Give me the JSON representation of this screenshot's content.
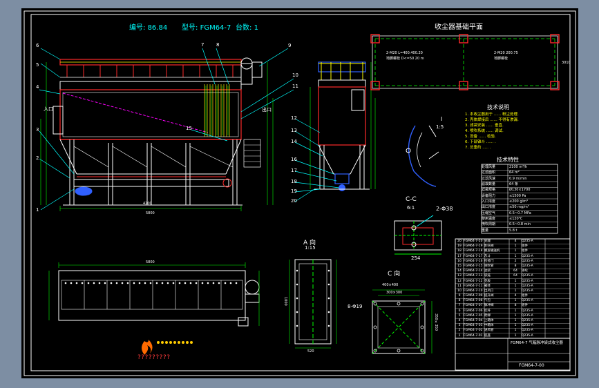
{
  "header": {
    "serial_label": "编号:",
    "serial_value": "86.84",
    "model_label": "型号:",
    "model_value": "FGM64-7",
    "count_label": "台数:",
    "count_value": "1"
  },
  "foundation": {
    "title": "收尘器基础平面",
    "dim_1": "2-M20 L=400.400.20",
    "note_1": "地脚螺栓 D<=50  20 m",
    "dim_2": "2-M20 200.75",
    "note_2": "地脚螺栓",
    "side_dim": "3010"
  },
  "side_labels": {
    "inlet": "入口",
    "outlet": "出口"
  },
  "balloons": [
    "1",
    "2",
    "3",
    "4",
    "5",
    "6",
    "7",
    "8",
    "9",
    "10",
    "11",
    "12",
    "13",
    "14",
    "15",
    "16",
    "17",
    "18",
    "19",
    "20"
  ],
  "section_i": {
    "label": "I",
    "scale": "1:5"
  },
  "tech_notes": {
    "title": "技术说明",
    "lines": [
      "1. 本收尘器用于 ...... 粉尘处理.",
      "2. 壳体焊接后 ...... 不得有渗漏.",
      "3. 滤袋安装 ...... 垂直.",
      "4. 喷吹系统 ...... 调试.",
      "5. 设备 ...... 检验.",
      "6. 下部锥斗 ...... .",
      "7. 总重约 ..... ."
    ]
  },
  "tech_specs": {
    "title": "技术特性",
    "rows": [
      [
        "处理风量",
        "2100 m³/h"
      ],
      [
        "过滤面积",
        "64 m²"
      ],
      [
        "过滤风速",
        "0.9 m/min"
      ],
      [
        "滤袋数量",
        "64 条"
      ],
      [
        "滤袋规格",
        "Ø130×1700"
      ],
      [
        "设备阻力",
        "≤1500 Pa"
      ],
      [
        "入口浓度",
        "≤200 g/m³"
      ],
      [
        "出口浓度",
        "≤50 mg/m³"
      ],
      [
        "压缩空气",
        "0.5~0.7 MPa"
      ],
      [
        "使用温度",
        "≤120℃"
      ],
      [
        "喷吹周期",
        "0.5~0.8 min"
      ],
      [
        "重量",
        "5.8 t"
      ]
    ]
  },
  "section_cc": {
    "title": "C-C",
    "scale": "6:1",
    "hole": "2-Φ38",
    "dim": "254"
  },
  "view_a": {
    "title": "A 向",
    "scale": "1:15"
  },
  "view_c": {
    "title": "C 向",
    "dim_top": "400×400",
    "dim_inner": "300×300",
    "holes": "8-Φ19"
  },
  "dims": {
    "total_length": "5800",
    "lower_length": "4200",
    "plan_length": "5800",
    "view_a_height": "1000",
    "view_a_width": "520",
    "view_c_side": "350×350"
  },
  "title_block": {
    "drawing_no": "FGM64-7-00",
    "product_name": "FGM64-7 气箱脉冲袋式收尘器",
    "rows": [
      [
        "20",
        "FGM64-7-20",
        "支腿",
        "4",
        "Q235-A"
      ],
      [
        "19",
        "FGM64-7-19",
        "卸灰阀",
        "1",
        "组件"
      ],
      [
        "18",
        "FGM64-7-18",
        "螺旋输送机",
        "1",
        "组件"
      ],
      [
        "17",
        "FGM64-7-17",
        "灰斗",
        "1",
        "Q235-A"
      ],
      [
        "16",
        "FGM64-7-16",
        "检修门",
        "2",
        "Q235-A"
      ],
      [
        "15",
        "FGM64-7-15",
        "喷吹管",
        "8",
        "Q235-A"
      ],
      [
        "14",
        "FGM64-7-14",
        "滤袋",
        "64",
        "涤纶"
      ],
      [
        "13",
        "FGM64-7-13",
        "袋笼",
        "64",
        "Q235-A"
      ],
      [
        "12",
        "FGM64-7-12",
        "花板",
        "1",
        "Q235-A"
      ],
      [
        "11",
        "FGM64-7-11",
        "箱体",
        "1",
        "Q235-A"
      ],
      [
        "10",
        "FGM64-7-10",
        "出风口",
        "1",
        "Q235-A"
      ],
      [
        "9",
        "FGM64-7-09",
        "提升阀",
        "4",
        "组件"
      ],
      [
        "8",
        "FGM64-7-08",
        "气包",
        "1",
        "Q235-A"
      ],
      [
        "7",
        "FGM64-7-07",
        "脉冲阀",
        "8",
        "组件"
      ],
      [
        "6",
        "FGM64-7-06",
        "栏杆",
        "1",
        "Q235-A"
      ],
      [
        "5",
        "FGM64-7-05",
        "爬梯",
        "1",
        "Q235-A"
      ],
      [
        "4",
        "FGM64-7-04",
        "上箱体",
        "1",
        "Q235-A"
      ],
      [
        "3",
        "FGM64-7-03",
        "中箱体",
        "1",
        "Q235-A"
      ],
      [
        "2",
        "FGM64-7-02",
        "进风管",
        "1",
        "Q235-A"
      ],
      [
        "1",
        "FGM64-7-01",
        "底座",
        "1",
        "Q235-A"
      ]
    ]
  },
  "logo": {
    "text": "?????????"
  },
  "colors": {
    "background": "#7d8ea3",
    "sheet": "#000000",
    "line_white": "#ffffff",
    "line_cyan": "#00ffff",
    "line_red": "#ff2a2a",
    "line_green": "#00ff00",
    "line_yellow": "#ffff00",
    "line_blue": "#3060ff",
    "line_magenta": "#ff00ff"
  }
}
